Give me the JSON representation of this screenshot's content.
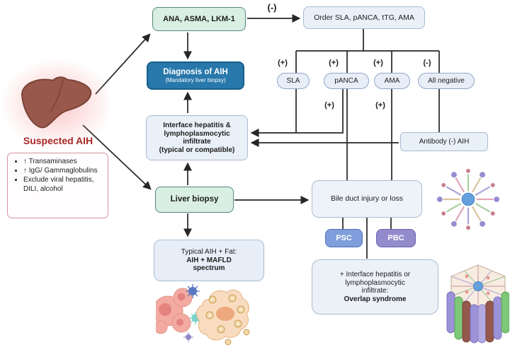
{
  "boxes": {
    "ana": "ANA, ASMA, LKM-1",
    "order": "Order SLA, pANCA, tTG, AMA",
    "diagnosis_title": "Diagnosis of AIH",
    "diagnosis_subtitle": "(Mandatory liver biopsy)",
    "sla": "SLA",
    "panca": "pANCA",
    "ama": "AMA",
    "all_negative": "All negative",
    "interface_l1": "Interface hepatitis &",
    "interface_l2": "lymphoplasmocytic",
    "interface_l3": "infiltrate",
    "interface_l4": "(typical or compatible)",
    "antibody": "Antibody (-) AIH",
    "liver_biopsy": "Liver biopsy",
    "bile_duct": "Bile duct injury or loss",
    "psc": "PSC",
    "pbc": "PBC",
    "overlap_l1": "+ Interface hepatitis or",
    "overlap_l2": "lymphoplasmocytic",
    "overlap_l3": "infiltrate:",
    "overlap_bold": "Overlap syndrome",
    "typical_l1": "Typical AIH + Fat:",
    "typical_bold1": "AIH + MAFLD",
    "typical_bold2": "spectrum",
    "suspected": "Suspected AIH"
  },
  "criteria": [
    "↑ Transaminases",
    "↑ IgG/ Gammaglobulins",
    "Exclude viral hepatitis, DILI, alcohol"
  ],
  "edge_labels": {
    "order_neg": "(-)",
    "sla_plus": "(+)",
    "panca_plus": "(+)",
    "ama_plus": "(+)",
    "all_neg": "(-)",
    "panca_plus2": "(+)",
    "ama_plus2": "(+)"
  },
  "colors": {
    "node_green": "#d9efe4",
    "diagnosis_blue": "#2878ab",
    "node_gray_blue": "#eaf0f8",
    "psc_blue": "#7f9edb",
    "pbc_purple": "#938bcb",
    "suspected_red": "#a92727",
    "arrow_dark": "#262626"
  }
}
